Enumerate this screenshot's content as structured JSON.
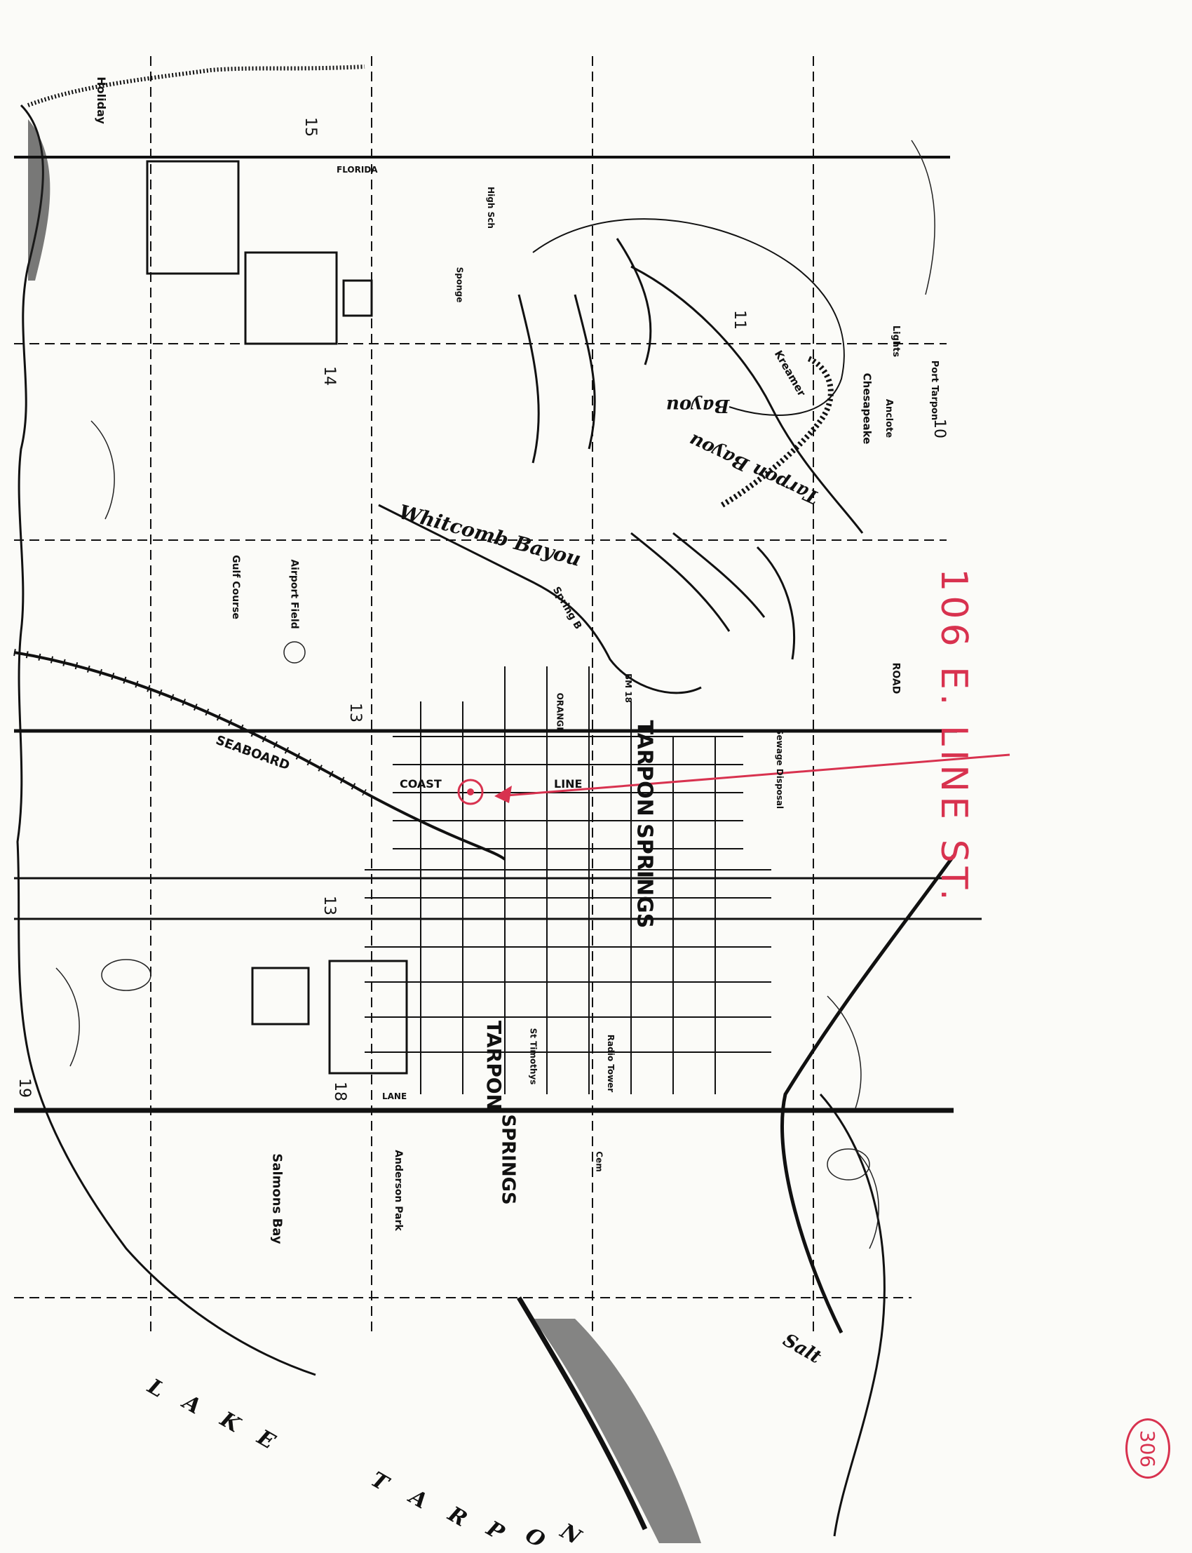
{
  "colors": {
    "ink": "#111111",
    "paper": "#fbfbf8",
    "annotation": "#d8324f"
  },
  "annotation": {
    "address": "106 E. LINE ST."
  },
  "page_number": "306",
  "lake_letters": [
    "L",
    "A",
    "K",
    "E",
    "T",
    "A",
    "R",
    "P",
    "O",
    "N"
  ],
  "labels": {
    "tarpon_springs": "TARPON SPRINGS",
    "tarpon": "TARPON",
    "springs": "SPRINGS",
    "whitcomb_bayou": "Whitcomb Bayou",
    "tarpon_bayou": "Tarpon Bayou",
    "bayou": "Bayou",
    "seaboard": "SEABOARD",
    "coast": "COAST",
    "line": "LINE",
    "salt": "Salt",
    "salmons_bay": "Salmons Bay",
    "anderson_park": "Anderson Park",
    "gulf_course": "Gulf Course",
    "airport_field": "Airport Field",
    "lights": "Lights",
    "port_tarpon": "Port Tarpon",
    "anclote": "Anclote",
    "chesapeake": "Chesapeake",
    "kreamer": "Kreamer",
    "holiday": "Holiday",
    "road": "ROAD",
    "spring_b": "Spring B",
    "sewage_disposal": "Sewage Disposal",
    "st_timothys": "St Timothys",
    "radio_tower": "Radio Tower",
    "cem": "Cem",
    "bm": "BM 18",
    "sponge": "Sponge",
    "high_sch": "High Sch",
    "orange": "ORANGE",
    "florida": "FLORIDA",
    "lane": "LANE",
    "num_15": "15",
    "num_14": "14",
    "num_13a": "13",
    "num_13b": "13",
    "num_19": "19",
    "num_18": "18",
    "num_11": "11",
    "num_10": "10"
  }
}
